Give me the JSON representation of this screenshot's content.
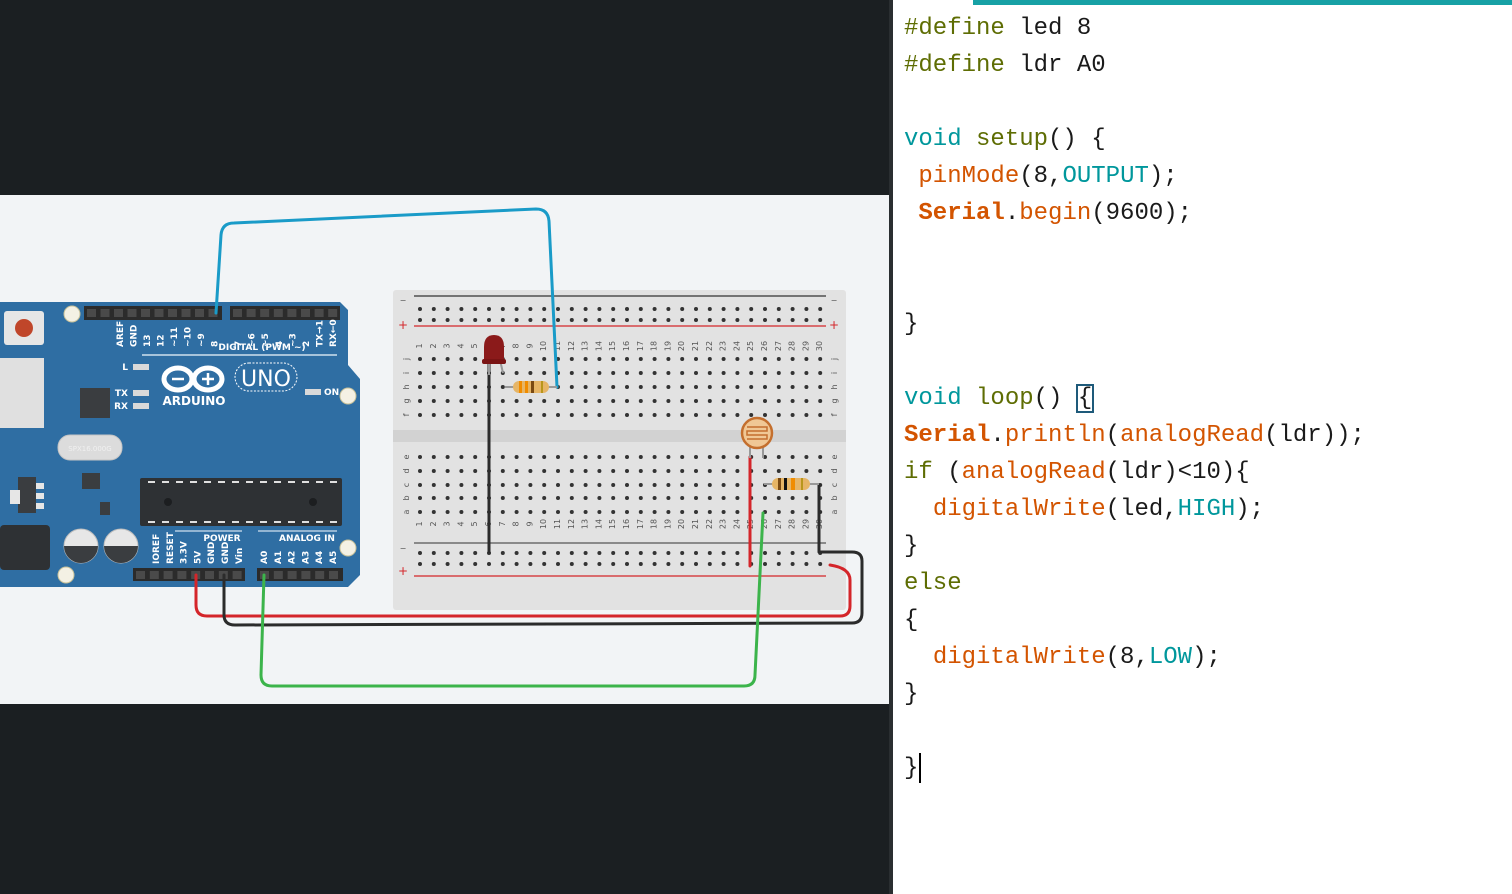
{
  "editor": {
    "accent_color": "#17a1a5",
    "lines": [
      [
        {
          "t": "#define",
          "c": "kw-pre"
        },
        {
          "t": " led 8",
          "c": ""
        }
      ],
      [
        {
          "t": "#define",
          "c": "kw-pre"
        },
        {
          "t": " ldr A0",
          "c": ""
        }
      ],
      [],
      [
        {
          "t": "void",
          "c": "kw-type"
        },
        {
          "t": " ",
          "c": ""
        },
        {
          "t": "setup",
          "c": "kw-fn2"
        },
        {
          "t": "() {",
          "c": ""
        }
      ],
      [
        {
          "t": " ",
          "c": ""
        },
        {
          "t": "pinMode",
          "c": "kw-method"
        },
        {
          "t": "(8,",
          "c": ""
        },
        {
          "t": "OUTPUT",
          "c": "kw-const"
        },
        {
          "t": ");",
          "c": ""
        }
      ],
      [
        {
          "t": " ",
          "c": ""
        },
        {
          "t": "Serial",
          "c": "kw-serial"
        },
        {
          "t": ".",
          "c": ""
        },
        {
          "t": "begin",
          "c": "kw-method"
        },
        {
          "t": "(9600);",
          "c": ""
        }
      ],
      [],
      [],
      [
        {
          "t": "}",
          "c": ""
        }
      ],
      [],
      [
        {
          "t": "void",
          "c": "kw-type"
        },
        {
          "t": " ",
          "c": ""
        },
        {
          "t": "loop",
          "c": "kw-fn2"
        },
        {
          "t": "() ",
          "c": ""
        },
        {
          "t": "{",
          "c": "brace-box"
        }
      ],
      [
        {
          "t": "Serial",
          "c": "kw-serial"
        },
        {
          "t": ".",
          "c": ""
        },
        {
          "t": "println",
          "c": "kw-method"
        },
        {
          "t": "(",
          "c": ""
        },
        {
          "t": "analogRead",
          "c": "kw-method"
        },
        {
          "t": "(ldr));",
          "c": ""
        }
      ],
      [
        {
          "t": "if",
          "c": "kw-ctrl"
        },
        {
          "t": " (",
          "c": ""
        },
        {
          "t": "analogRead",
          "c": "kw-method"
        },
        {
          "t": "(ldr)<10){",
          "c": ""
        }
      ],
      [
        {
          "t": "  ",
          "c": ""
        },
        {
          "t": "digitalWrite",
          "c": "kw-method"
        },
        {
          "t": "(led,",
          "c": ""
        },
        {
          "t": "HIGH",
          "c": "kw-const"
        },
        {
          "t": ");",
          "c": ""
        }
      ],
      [
        {
          "t": "}",
          "c": ""
        }
      ],
      [
        {
          "t": "else",
          "c": "kw-ctrl"
        }
      ],
      [
        {
          "t": "{",
          "c": ""
        }
      ],
      [
        {
          "t": "  ",
          "c": ""
        },
        {
          "t": "digitalWrite",
          "c": "kw-method"
        },
        {
          "t": "(8,",
          "c": ""
        },
        {
          "t": "LOW",
          "c": "kw-const"
        },
        {
          "t": ");",
          "c": ""
        }
      ],
      [
        {
          "t": "}",
          "c": ""
        }
      ],
      [],
      [
        {
          "t": "}",
          "c": "",
          "cursor": true
        }
      ]
    ]
  },
  "circuit": {
    "board": {
      "name": "ARDUINO",
      "model": "UNO",
      "crystal_label": "SPX16.000G",
      "digital_header_label": "DIGITAL (PWM ~)",
      "power_header_label": "POWER",
      "analog_header_label": "ANALOG IN",
      "led_labels": {
        "l": "L",
        "tx": "TX",
        "rx": "RX",
        "on": "ON"
      },
      "digital_pins_left": [
        "AREF",
        "GND",
        "13",
        "12",
        "~11",
        "~10",
        "~9",
        "8"
      ],
      "digital_pins_right": [
        "7",
        "~6",
        "~5",
        "4",
        "~3",
        "2",
        "TX→1",
        "RX←0"
      ],
      "power_pins": [
        "IOREF",
        "RESET",
        "3.3V",
        "5V",
        "GND",
        "GND",
        "Vin"
      ],
      "analog_pins": [
        "A0",
        "A1",
        "A2",
        "A3",
        "A4",
        "A5"
      ]
    },
    "breadboard": {
      "columns": 30,
      "top_rows": [
        "j",
        "i",
        "h",
        "g",
        "f"
      ],
      "bottom_rows": [
        "e",
        "d",
        "c",
        "b",
        "a"
      ],
      "rail_minus": "−",
      "rail_plus": "+"
    },
    "wire_colors": {
      "signal_d8": "#1a9bc8",
      "power_5v": "#d4252a",
      "ground": "#2b2b2b",
      "analog_a0": "#3cb44b"
    },
    "components": [
      "red LED",
      "resistor (LED)",
      "photoresistor (LDR)",
      "resistor (LDR)"
    ]
  }
}
